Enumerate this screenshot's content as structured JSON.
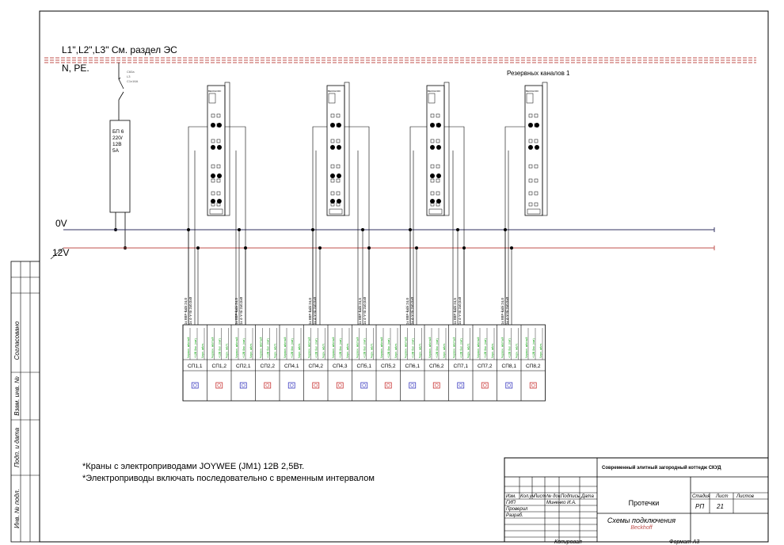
{
  "header": {
    "line1": "L1\",L2\",L3\" См. раздел ЭС",
    "line2": "N, PE.",
    "reserve_label": "Резервных каналов 1"
  },
  "breaker": {
    "lines": [
      "C60a",
      "L3",
      "C1x16A"
    ]
  },
  "power_supply": {
    "lines": [
      "БП 6",
      "220/",
      "12В",
      "5А"
    ]
  },
  "buses": {
    "zero_v": "0V",
    "twelve_v": "12V"
  },
  "modules": {
    "brand": "BECKHOFF",
    "count": 4
  },
  "cables": {
    "line_a": "1x 8BF-kabi 24,0",
    "line_b": "1x 8BF-kabi 24,5",
    "line_c": "1x 4-Y-Si 2x0,5x8"
  },
  "terminal_strip": {
    "wire_labels": [
      "Червон. жёлтый",
      "+12В бел. (пит)",
      "Черн. жёлт."
    ],
    "cells": [
      {
        "label": "СП1,1",
        "color": "#3b3bbf"
      },
      {
        "label": "СП1,2",
        "color": "#c83232"
      },
      {
        "label": "СП2,1",
        "color": "#3b3bbf"
      },
      {
        "label": "СП2,2",
        "color": "#c83232"
      },
      {
        "label": "СП4,1",
        "color": "#3b3bbf"
      },
      {
        "label": "СП4,2",
        "color": "#c83232"
      },
      {
        "label": "СП4,3",
        "color": "#c83232"
      },
      {
        "label": "СП5,1",
        "color": "#3b3bbf"
      },
      {
        "label": "СП5,2",
        "color": "#c83232"
      },
      {
        "label": "СП6,1",
        "color": "#3b3bbf"
      },
      {
        "label": "СП6,2",
        "color": "#c83232"
      },
      {
        "label": "СП7,1",
        "color": "#3b3bbf"
      },
      {
        "label": "СП7,2",
        "color": "#c83232"
      },
      {
        "label": "СП8,1",
        "color": "#3b3bbf"
      },
      {
        "label": "СП8,2",
        "color": "#c83232"
      }
    ]
  },
  "notes": {
    "note1": "*Краны с электроприводами JOYWEE (JM1) 12В  2,5Вт.",
    "note2": "*Электроприводы включать последовательно с временным интервалом"
  },
  "side_labels": {
    "agreed": "Согласовано",
    "inv_replace": "Взам. инв. №",
    "sign_date": "Подп. и дата",
    "inv_orig": "Инв. № подл."
  },
  "stamp": {
    "project": "Современный элитный загородный коттедж   СКУД",
    "col_headers": [
      "Изм.",
      "Кол.уч",
      "Лист",
      "№ док.",
      "Подпись",
      "Дата"
    ],
    "gip": "ГИП",
    "gip_name": "Миненко И.А.",
    "checked": "Проверил",
    "developed": "Разраб.",
    "section_title": "Протечки",
    "stage_header": "Стадия",
    "sheet_header": "Лист",
    "sheets_header": "Листов",
    "stage_value": "РП",
    "sheet_value": "21",
    "drawing_title": "Схемы подключения",
    "drawing_subtitle": "Beckhoff",
    "copied": "Копировал",
    "format": "Формат А3"
  },
  "colors": {
    "frame": "#000000",
    "dashed_red": "#c0504d",
    "bus_0v": "#303060",
    "bus_12v": "#c0504d",
    "wire_label_green": "#00a000",
    "subtitle_red": "#c0504d"
  }
}
